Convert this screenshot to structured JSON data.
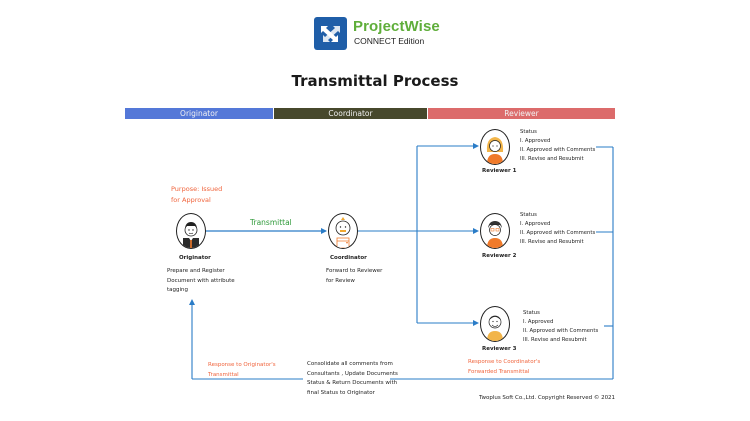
{
  "logo": {
    "icon": "projectwise-logo-icon",
    "title": "ProjectWise",
    "subtitle": "CONNECT Edition"
  },
  "title": "Transmittal Process",
  "lanes": [
    {
      "label": "Originator",
      "color": "#5478d8"
    },
    {
      "label": "Coordinator",
      "color": "#47482c"
    },
    {
      "label": "Reviewer",
      "color": "#dc6b6b"
    }
  ],
  "originator": {
    "purpose": "Purpose:  Issued for Approval",
    "purpose_line1": "Purpose:  Issued",
    "purpose_line2": "for Approval",
    "name": "Originator",
    "desc_line1": "Prepare and Register",
    "desc_line2": "Document with attribute",
    "desc_line3": "tagging"
  },
  "transmittal_label": "Transmittal",
  "coordinator": {
    "name": "Coordinator",
    "desc_line1": "Forward to Reviewer",
    "desc_line2": "for Review",
    "consolidate_line1": "Consolidate all comments from",
    "consolidate_line2": "Consultants , Update Documents",
    "consolidate_line3": "Status & Return Documents with",
    "consolidate_line4": "final Status to Originator"
  },
  "reviewers": [
    {
      "name": "Reviewer 1",
      "status_title": "Status",
      "statuses": [
        "I. Approved",
        "II. Approved with Comments",
        "III. Revise and Resubmit"
      ]
    },
    {
      "name": "Reviewer 2",
      "status_title": "Status",
      "statuses": [
        "I. Approved",
        "II. Approved with Comments",
        "III. Revise and Resubmit"
      ]
    },
    {
      "name": "Reviewer 3",
      "status_title": "Status",
      "statuses": [
        "I. Approved",
        "II. Approved with Comments",
        "III. Revise and Resubmit"
      ]
    }
  ],
  "response_to_originator_line1": "Response to Originator's",
  "response_to_originator_line2": "Transmittal",
  "response_to_coordinator_line1": "Response to Coordinator's",
  "response_to_coordinator_line2": "Forwarded Transmittal",
  "footer": "Twoplus Soft Co.,Ltd. Copyright Reserved © 2021",
  "colors": {
    "arrow": "#2a7cc7",
    "accent_orange": "#f0643c",
    "accent_green": "#2f9a3a",
    "logo_green": "#5fae3a",
    "logo_blue": "#1f5ea8"
  }
}
